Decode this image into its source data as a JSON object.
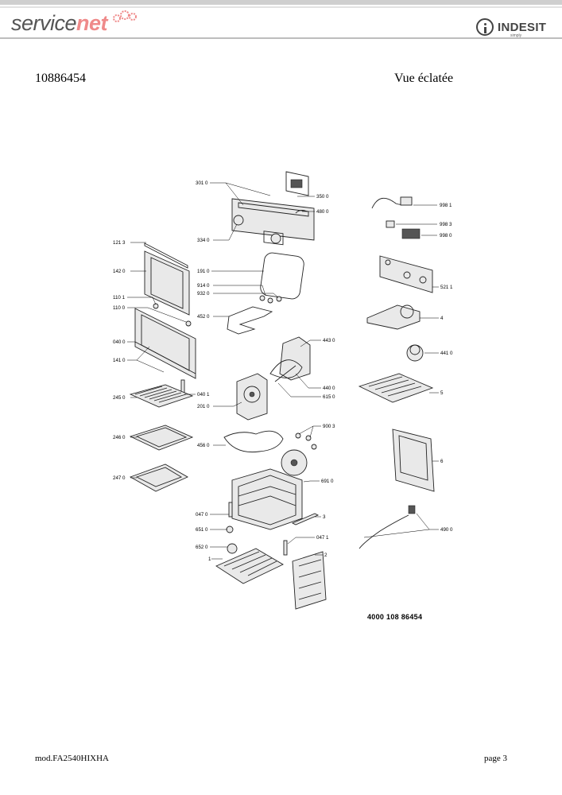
{
  "header": {
    "brand_left_a": "service",
    "brand_left_b": "net",
    "brand_right": "INDESIT",
    "brand_right_tagline": "simply"
  },
  "document": {
    "number": "10886454",
    "title": "Vue éclatée",
    "diagram_part_number": "4000 108 86454",
    "model": "mod.FA2540HIXHA",
    "page": "page 3"
  },
  "callouts": {
    "c3010": "301 0",
    "c3500": "350 0",
    "c4800": "480 0",
    "c3340": "334 0",
    "c1213": "121 3",
    "c1420": "142 0",
    "c1101": "110 1",
    "c1100": "110 0",
    "c0400": "040 0",
    "c1410": "141 0",
    "c2450": "245 0",
    "c0401": "040 1",
    "c2460": "246 0",
    "c2470": "247 0",
    "c1910": "191 0",
    "c9140": "914 0",
    "c9320": "932 0",
    "c4520": "452 0",
    "c4430": "443 0",
    "c4400": "440 0",
    "c6150": "615 0",
    "c2010": "201 0",
    "c9003": "900 3",
    "c4560": "456 0",
    "c6910": "691 0",
    "c0470": "047 0",
    "c6510": "651 0",
    "c6520": "652 0",
    "c0471": "047 1",
    "c1": "1",
    "c2": "2",
    "c3": "3",
    "c9981": "998 1",
    "c9983": "998 3",
    "c9980": "998 0",
    "c5211": "521 1",
    "c4": "4",
    "c4410": "441 0",
    "c5": "5",
    "c6": "6",
    "c4900": "490 0"
  }
}
